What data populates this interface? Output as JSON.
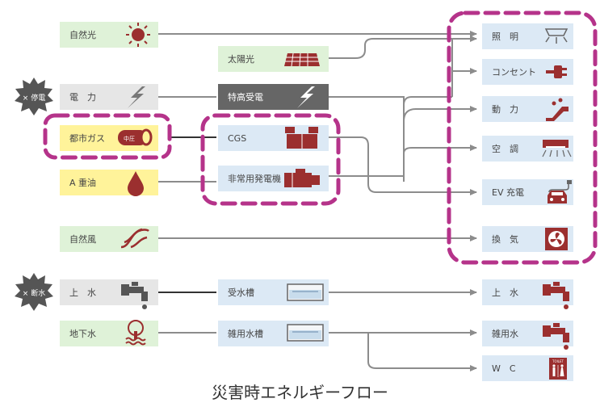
{
  "sources": {
    "natural_light": "自然光",
    "solar": "太陽光",
    "power": "電　力",
    "power_outage_badge": "× 停電",
    "special_high_voltage": "特高受電",
    "city_gas": "都市ガス",
    "city_gas_icon_text": "中圧",
    "cgs": "CGS",
    "a_heavy_oil": "A 重油",
    "emergency_generator": "非常用発電機",
    "natural_wind": "自然風",
    "water_outage_badge": "× 断水",
    "tap_water": "上　水",
    "ground_water": "地下水",
    "receiving_tank": "受水槽",
    "misc_water_tank": "雑用水槽"
  },
  "outputs": {
    "lighting": "照　明",
    "outlet": "コンセント",
    "power": "動　力",
    "hvac": "空　調",
    "ev_charge": "EV 充電",
    "ventilation": "換　気",
    "tap_water": "上　水",
    "misc_water": "雑用水",
    "wc": "W　C",
    "toilet_icon_text": "TOILET"
  },
  "caption": "災害時エネルギーフロー",
  "colors": {
    "green_box": "#dff2d8",
    "blue_box": "#dce9f5",
    "yellow_box": "#fff39a",
    "gray_box": "#e6e6e6",
    "dark_box": "#666666",
    "accent_red": "#9b2f2f",
    "dashed_border": "#b5338a"
  }
}
